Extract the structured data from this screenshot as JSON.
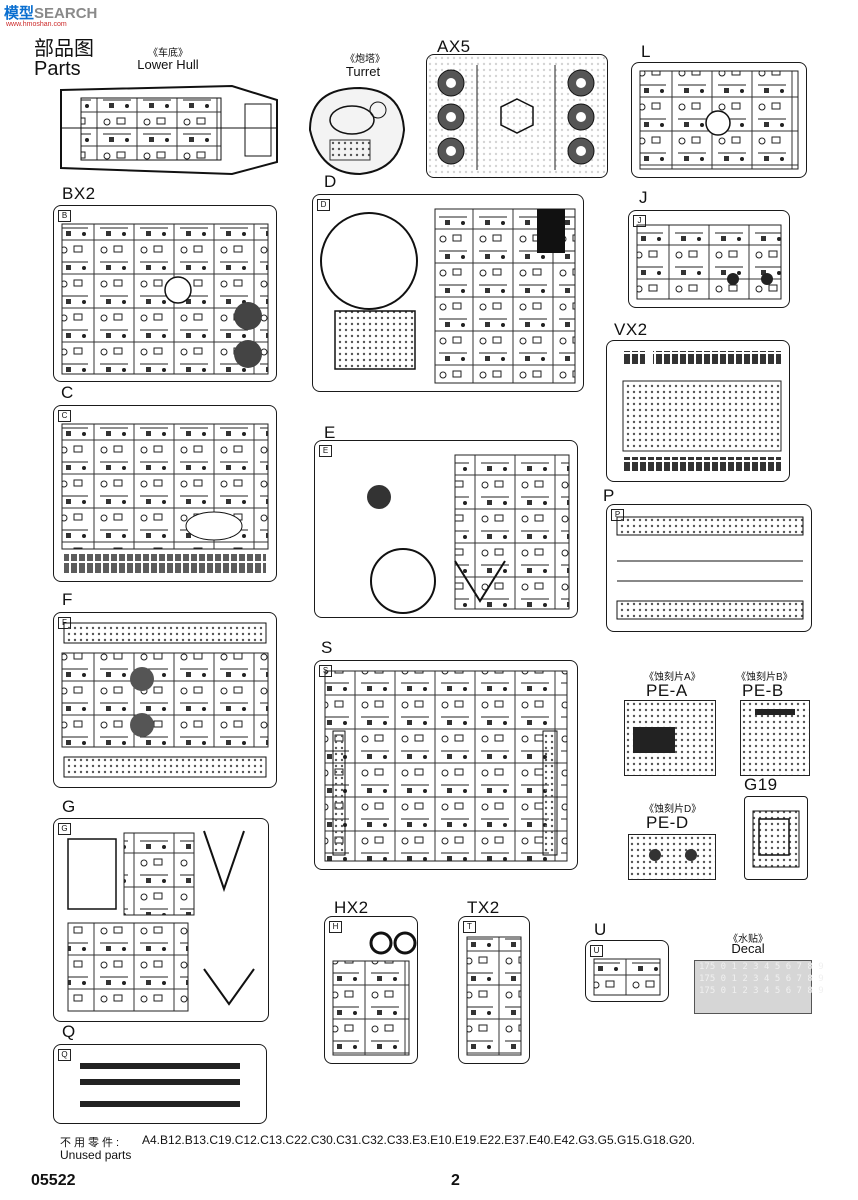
{
  "watermark": {
    "brand_a": "模型",
    "brand_b": "SEARCH",
    "sub": "www.hmoshan.com"
  },
  "header": {
    "title_zh": "部品图",
    "title_en": "Parts"
  },
  "components": {
    "lower_hull_zh": "《车底》",
    "lower_hull_en": "Lower Hull",
    "turret_zh": "《炮塔》",
    "turret_en": "Turret"
  },
  "sprues": {
    "ax5": "AX5",
    "l": "L",
    "bx2": "BX2",
    "d": "D",
    "j": "J",
    "vx2": "VX2",
    "c": "C",
    "e": "E",
    "p": "P",
    "f": "F",
    "s": "S",
    "g": "G",
    "g19": "G19",
    "hx2": "HX2",
    "tx2": "TX2",
    "u": "U",
    "q": "Q"
  },
  "photo_etch": {
    "pea_zh": "《蚀刻片A》",
    "pea": "PE-A",
    "peb_zh": "《蚀刻片B》",
    "peb": "PE-B",
    "ped_zh": "《蚀刻片D》",
    "ped": "PE-D"
  },
  "decal": {
    "zh": "《水贴》",
    "en": "Decal",
    "numbers": "175  0 1 2 3 4 5 6 7 8 9"
  },
  "unused": {
    "label_zh": "不用零件:",
    "label_en": "Unused parts",
    "list": "A4.B12.B13.C19.C12.C13.C22.C30.C31.C32.C33.E3.E10.E19.E22.E37.E40.E42.G3.G5.G15.G18.G20."
  },
  "footer": {
    "product_no": "05522",
    "page_no": "2"
  }
}
